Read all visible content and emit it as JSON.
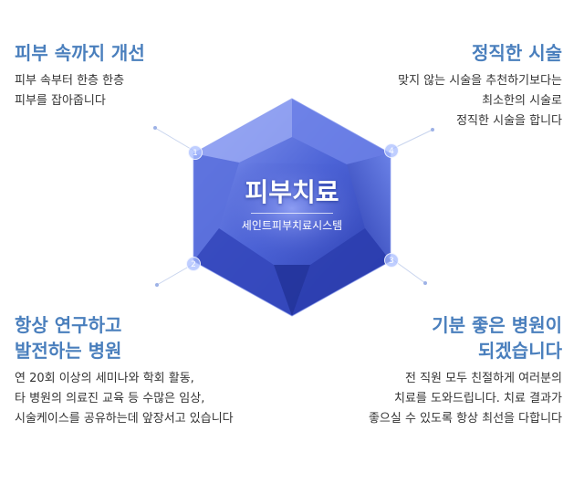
{
  "center": {
    "title": "피부치료",
    "subtitle": "세인트피부치료시스템"
  },
  "nodes": [
    "1",
    "2",
    "3",
    "4"
  ],
  "top_left": {
    "title": "피부 속까지 개선",
    "lines": [
      "피부 속부터 한층 한층",
      "피부를 잡아줍니다"
    ]
  },
  "top_right": {
    "title": "정직한 시술",
    "lines": [
      "맞지 않는 시술을 추천하기보다는",
      "최소한의 시술로",
      "정직한 시술을 합니다"
    ]
  },
  "bottom_left": {
    "title_lines": [
      "항상 연구하고",
      "발전하는 병원"
    ],
    "lines": [
      "연 20회 이상의 세미나와 학회 활동,",
      "타 병원의 의료진 교육 등 수많은 임상,",
      "시술케이스를 공유하는데 앞장서고 있습니다"
    ]
  },
  "bottom_right": {
    "title_lines": [
      "기분 좋은 병원이",
      "되겠습니다"
    ],
    "lines": [
      "전 직원 모두 친절하게 여러분의",
      "치료를 도와드립니다. 치료 결과가",
      "좋으실 수 있도록 항상 최선을 다합니다"
    ]
  },
  "colors": {
    "title_blue": "#4a7fbd",
    "gem_dark": "#2740b0",
    "gem_light": "#7f8ff0"
  }
}
